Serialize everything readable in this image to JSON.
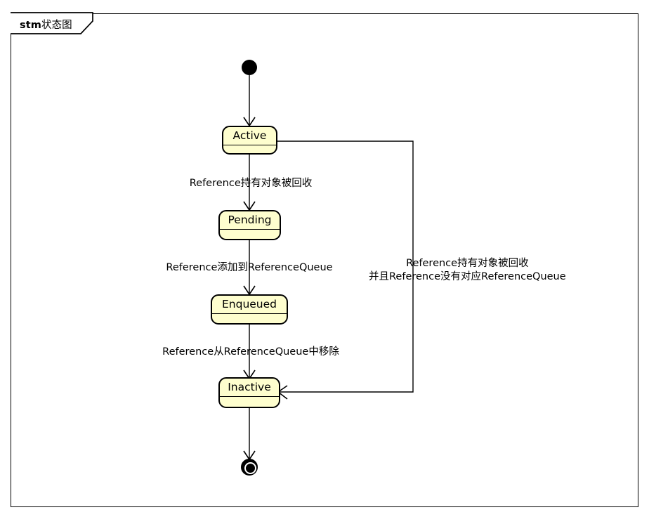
{
  "diagram": {
    "frame_label_prefix": "stm",
    "frame_label_name": "状态图",
    "type": "uml-state-machine",
    "colors": {
      "state_fill": "#FEFECE",
      "state_border": "#000000",
      "line": "#000000",
      "background": "#FFFFFF"
    }
  },
  "nodes": {
    "start": {
      "name": "initial-state",
      "label": ""
    },
    "active": {
      "label": "Active"
    },
    "pending": {
      "label": "Pending"
    },
    "enqueued": {
      "label": "Enqueued"
    },
    "inactive": {
      "label": "Inactive"
    },
    "end": {
      "name": "final-state",
      "label": ""
    }
  },
  "transitions": [
    {
      "from": "start",
      "to": "Active",
      "label": ""
    },
    {
      "from": "Active",
      "to": "Pending",
      "label": "Reference持有对象被回收"
    },
    {
      "from": "Pending",
      "to": "Enqueued",
      "label": "Reference添加到ReferenceQueue"
    },
    {
      "from": "Enqueued",
      "to": "Inactive",
      "label": "Reference从ReferenceQueue中移除"
    },
    {
      "from": "Active",
      "to": "Inactive",
      "label_line1": "Reference持有对象被回收",
      "label_line2": "并且Reference没有对应ReferenceQueue"
    },
    {
      "from": "Inactive",
      "to": "end",
      "label": ""
    }
  ]
}
